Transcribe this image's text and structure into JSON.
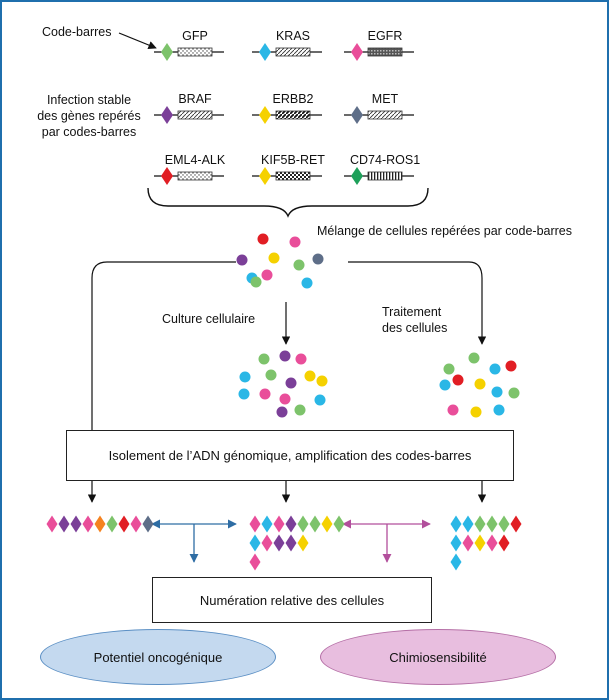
{
  "colors": {
    "frame": "#1f6fad",
    "blue_arrow": "#2e6da4",
    "pink_arrow": "#b24f9c",
    "oncogenic_fill": "#c4d9ef",
    "chemo_fill": "#e8bedf",
    "palette": {
      "green": "#7dc36b",
      "cyan": "#2ab7e6",
      "pink": "#e94e9a",
      "purple": "#7b3f98",
      "yellow": "#f5d100",
      "slate": "#5e6e88",
      "red": "#e11e24",
      "orange": "#f5821f",
      "darkgreen": "#1ea05a"
    }
  },
  "labels": {
    "code_barres": "Code-barres",
    "infection": [
      "Infection stable",
      "des gènes repérés",
      "par codes-barres"
    ],
    "melange": "Mélange de cellules repérées par code-barres",
    "culture": "Culture cellulaire",
    "traitement": [
      "Traitement",
      "des cellules"
    ]
  },
  "genes": [
    {
      "name": "GFP",
      "color": "green",
      "pattern": "dots"
    },
    {
      "name": "KRAS",
      "color": "cyan",
      "pattern": "diag"
    },
    {
      "name": "EGFR",
      "color": "pink",
      "pattern": "dense"
    },
    {
      "name": "BRAF",
      "color": "purple",
      "pattern": "diag"
    },
    {
      "name": "ERBB2",
      "color": "yellow",
      "pattern": "diagbold"
    },
    {
      "name": "MET",
      "color": "slate",
      "pattern": "diag"
    },
    {
      "name": "EML4-ALK",
      "color": "red",
      "pattern": "dots"
    },
    {
      "name": "KIF5B-RET",
      "color": "yellow",
      "pattern": "grid"
    },
    {
      "name": "CD74-ROS1",
      "color": "darkgreen",
      "pattern": "vert"
    }
  ],
  "boxes": {
    "isolation": "Isolement de l’ADN génomique, amplification des codes-barres",
    "numeration": "Numération relative des cellules"
  },
  "outcomes": {
    "oncogenic": "Potentiel oncogénique",
    "chemo": "Chimiosensibilité"
  },
  "clusters": {
    "mix": [
      "red",
      "pink",
      "purple",
      "yellow",
      "cyan",
      "pink",
      "green",
      "slate",
      "green",
      "cyan"
    ],
    "culture": [
      "green",
      "purple",
      "pink",
      "cyan",
      "green",
      "purple",
      "yellow",
      "pink",
      "cyan",
      "purple",
      "pink",
      "yellow",
      "cyan",
      "green"
    ],
    "treatment": [
      "green",
      "green",
      "red",
      "red",
      "yellow",
      "cyan",
      "cyan",
      "green",
      "cyan",
      "pink",
      "yellow",
      "cyan"
    ]
  },
  "diamond_rows": {
    "initial": [
      [
        "pink",
        "purple",
        "purple",
        "pink",
        "orange",
        "green",
        "red",
        "pink",
        "slate"
      ]
    ],
    "culture": [
      [
        "pink",
        "cyan",
        "pink",
        "purple",
        "green",
        "green",
        "yellow",
        "green"
      ],
      [
        "cyan",
        "pink",
        "purple",
        "purple",
        "yellow"
      ],
      [
        "pink"
      ]
    ],
    "treatment": [
      [
        "cyan",
        "cyan",
        "green",
        "green",
        "green",
        "red"
      ],
      [
        "cyan",
        "pink",
        "yellow",
        "pink",
        "red"
      ],
      [
        "cyan"
      ]
    ]
  }
}
